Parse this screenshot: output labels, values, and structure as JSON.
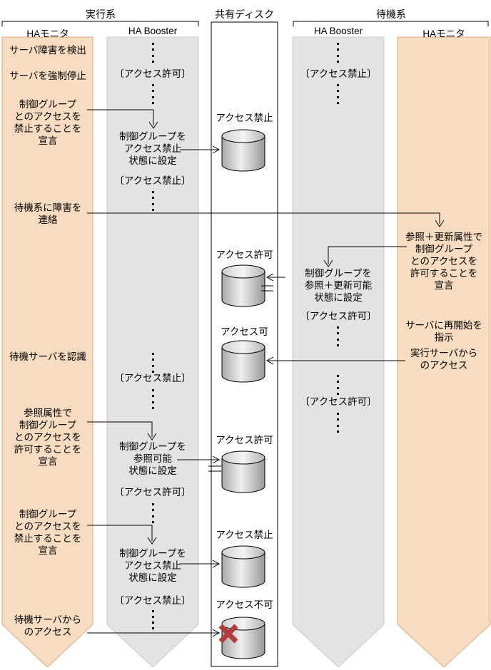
{
  "header": {
    "exec_system": "実行系",
    "shared_disk": "共有ディスク",
    "standby_system": "待機系",
    "exec_monitor_title": "HAモニタ",
    "exec_booster_title": "HA Booster",
    "standby_booster_title": "HA Booster",
    "standby_monitor_title": "HAモニタ"
  },
  "colors": {
    "monitor_band_fill": "#f8dcc1",
    "monitor_band_border": "#e0a97e",
    "booster_band_fill": "#e3e3e3",
    "booster_band_border": "#c9c9c9",
    "error_cross": "#b23b3b"
  },
  "exec_monitor": {
    "detect_failure": "サーバ障害を検出",
    "force_stop": "サーバを強制停止",
    "declare_forbid_1": "制御グループ\nとのアクセスを\n禁止することを\n宣言",
    "notify_standby": "待機系に障害を\n連絡",
    "recognize_standby": "待機サーバを認識",
    "declare_permit_ref": "参照属性で\n制御グループ\nとのアクセスを\n許可することを\n宣言",
    "declare_forbid_2": "制御グループ\nとのアクセスを\n禁止することを\n宣言",
    "access_from_standby": "待機サーバから\nのアクセス"
  },
  "exec_booster": {
    "state_1": "〔アクセス許可〕",
    "set_forbid_1": "制御グループを\nアクセス禁止\n状態に設定",
    "state_2": "〔アクセス禁止〕",
    "state_3": "〔アクセス禁止〕",
    "set_ref_enable": "制御グループを\n参照可能\n状態に設定",
    "state_4": "〔アクセス許可〕",
    "set_forbid_2": "制御グループを\nアクセス禁止\n状態に設定",
    "state_5": "〔アクセス禁止〕"
  },
  "standby_booster": {
    "state_1": "〔アクセス禁止〕",
    "set_ref_update": "制御グループを\n参照＋更新可能\n状態に設定",
    "state_2": "〔アクセス許可〕",
    "state_3": "〔アクセス許可〕"
  },
  "standby_monitor": {
    "declare_permit_ref_update": "参照＋更新属性で\n制御グループ\nとのアクセスを\n許可することを\n宣言",
    "restart_server": "サーバに再開始を\n指示",
    "access_from_exec": "実行サーバから\nのアクセス"
  },
  "disks": [
    {
      "label": "アクセス禁止"
    },
    {
      "label": "アクセス許可"
    },
    {
      "label": "アクセス可"
    },
    {
      "label": "アクセス許可"
    },
    {
      "label": "アクセス禁止"
    },
    {
      "label": "アクセス不可"
    }
  ]
}
